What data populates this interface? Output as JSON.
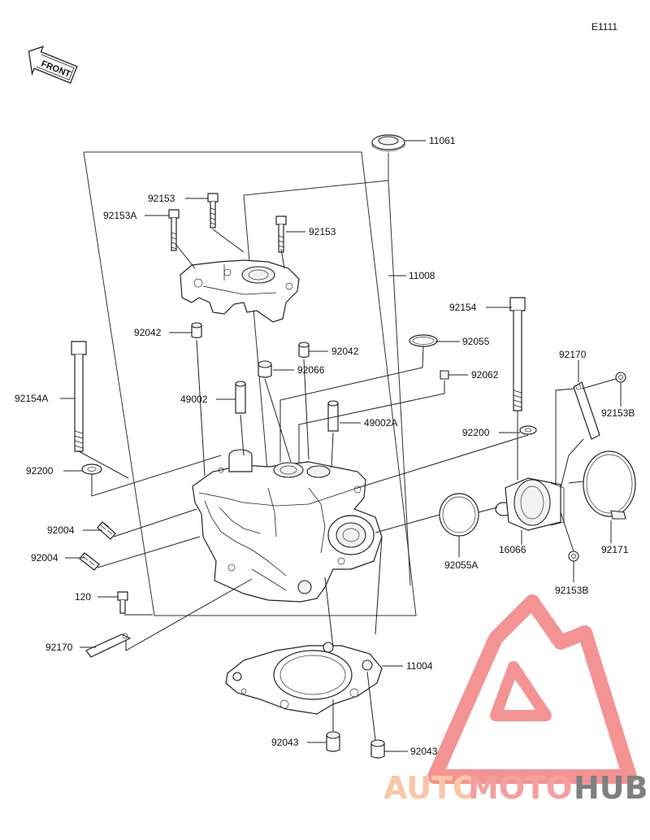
{
  "diagram_code": "E1111",
  "front_label": "FRONT",
  "watermark": {
    "part1": "AUTO",
    "part2": "MOTO",
    "part3": "HUB",
    "color_primary": "#f7b48c",
    "color_secondary": "#f08080",
    "color_dark": "#555555"
  },
  "labels": {
    "l11061": "11061",
    "l92153_top": "92153",
    "l92153A": "92153A",
    "l92153_right": "92153",
    "l11008": "11008",
    "l92154": "92154",
    "l92042_left": "92042",
    "l92055": "92055",
    "l92042_right": "92042",
    "l92170_top": "92170",
    "l92066": "92066",
    "l92062": "92062",
    "l92154A": "92154A",
    "l49002": "49002",
    "l92153B_top": "92153B",
    "l49002A": "49002A",
    "l92200_right": "92200",
    "l92200_left": "92200",
    "l92004_a": "92004",
    "l92055A": "92055A",
    "l16066": "16066",
    "l92171": "92171",
    "l92004_b": "92004",
    "l92153B_bottom": "92153B",
    "l120": "120",
    "l92170_bottom": "92170",
    "l11004": "11004",
    "l92043_left": "92043",
    "l92043_right": "92043"
  }
}
